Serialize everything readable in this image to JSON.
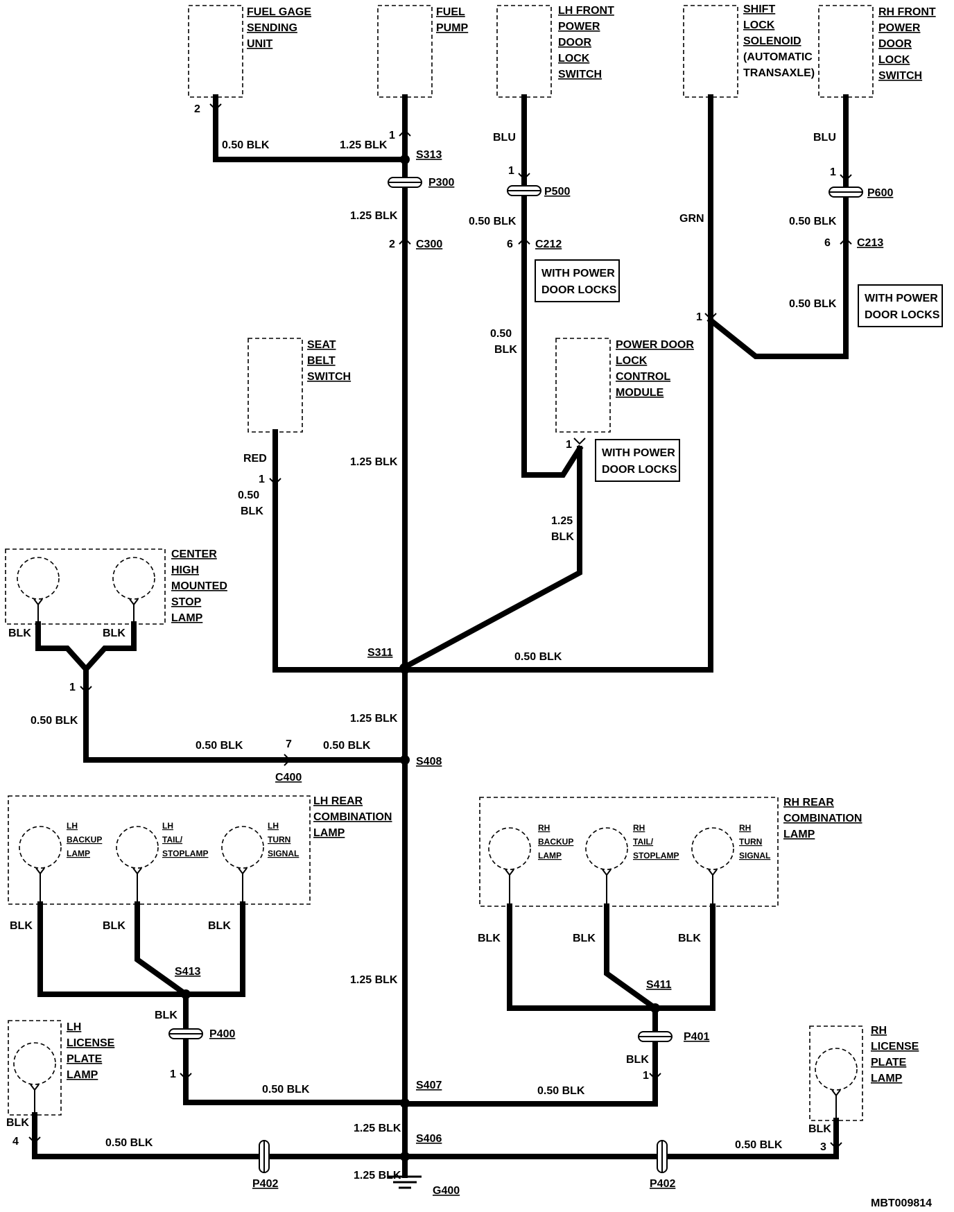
{
  "components": {
    "fuel_gage": [
      "FUEL GAGE",
      "SENDING",
      "UNIT"
    ],
    "fuel_pump": [
      "FUEL",
      "PUMP"
    ],
    "lh_front_switch": [
      "LH FRONT",
      "POWER",
      "DOOR",
      "LOCK",
      "SWITCH"
    ],
    "shift_lock": [
      "SHIFT",
      "LOCK",
      "SOLENOID",
      "(AUTOMATIC",
      "TRANSAXLE)"
    ],
    "rh_front_switch": [
      "RH FRONT",
      "POWER",
      "DOOR",
      "LOCK",
      "SWITCH"
    ],
    "seat_belt": [
      "SEAT",
      "BELT",
      "SWITCH"
    ],
    "pdl_module": [
      "POWER DOOR",
      "LOCK",
      "CONTROL",
      "MODULE"
    ],
    "chmsl": [
      "CENTER",
      "HIGH",
      "MOUNTED",
      "STOP",
      "LAMP"
    ],
    "lh_rear": [
      "LH REAR",
      "COMBINATION",
      "LAMP"
    ],
    "rh_rear": [
      "RH REAR",
      "COMBINATION",
      "LAMP"
    ],
    "lh_backup": [
      "LH",
      "BACKUP",
      "LAMP"
    ],
    "lh_tail": [
      "LH",
      "TAIL/",
      "STOPLAMP"
    ],
    "lh_turn": [
      "LH",
      "TURN",
      "SIGNAL"
    ],
    "rh_backup": [
      "RH",
      "BACKUP",
      "LAMP"
    ],
    "rh_tail": [
      "RH",
      "TAIL/",
      "STOPLAMP"
    ],
    "rh_turn": [
      "RH",
      "TURN",
      "SIGNAL"
    ],
    "lh_license": [
      "LH",
      "LICENSE",
      "PLATE",
      "LAMP"
    ],
    "rh_license": [
      "RH",
      "LICENSE",
      "PLATE",
      "LAMP"
    ]
  },
  "notes": {
    "with_pdl_1": [
      "WITH POWER",
      "DOOR LOCKS"
    ],
    "with_pdl_2": [
      "WITH POWER",
      "DOOR LOCKS"
    ],
    "with_pdl_3": [
      "WITH POWER",
      "DOOR LOCKS"
    ]
  },
  "wires": {
    "w1": "0.50 BLK",
    "w2": "1.25 BLK",
    "w3": "1.25 BLK",
    "w4": "BLU",
    "w5": "0.50 BLK",
    "w6a": "0.50",
    "w6b": "BLK",
    "w7": "GRN",
    "w8": "BLU",
    "w9": "0.50 BLK",
    "w10": "0.50 BLK",
    "w11": "RED",
    "w12a": "0.50",
    "w12b": "BLK",
    "w13": "1.25 BLK",
    "w14a": "1.25",
    "w14b": "BLK",
    "w15": "0.50 BLK",
    "w16": "BLK",
    "w17": "BLK",
    "w18": "0.50 BLK",
    "w19": "1.25 BLK",
    "w20": "0.50 BLK",
    "w21": "0.50 BLK",
    "w22": "BLK",
    "w23": "BLK",
    "w24": "BLK",
    "w25": "1.25 BLK",
    "w26": "BLK",
    "w27": "BLK",
    "w28": "BLK",
    "w29": "BLK",
    "w30": "BLK",
    "w31": "0.50 BLK",
    "w32": "0.50 BLK",
    "w33": "BLK",
    "w34": "1.25 BLK",
    "w35": "0.50 BLK",
    "w36": "BLK",
    "w37": "0.50 BLK",
    "w38": "1.25 BLK"
  },
  "splices": {
    "s313": "S313",
    "s311": "S311",
    "s408": "S408",
    "s413": "S413",
    "s411": "S411",
    "s407": "S407",
    "s406": "S406"
  },
  "connectors": {
    "p300": "P300",
    "c300": "C300",
    "p500": "P500",
    "c212": "C212",
    "p600": "P600",
    "c213": "C213",
    "c400": "C400",
    "p400": "P400",
    "p401": "P401",
    "p402a": "P402",
    "p402b": "P402",
    "g400": "G400"
  },
  "pins": {
    "p_fg": "2",
    "p_fp": "1",
    "p_c300": "2",
    "p_p500": "1",
    "p_c212": "6",
    "p_p600": "1",
    "p_c213": "6",
    "p_sl": "1",
    "p_sb": "1",
    "p_mod": "1",
    "p_chm": "1",
    "p_c400": "7",
    "p_p400": "1",
    "p_p401": "1",
    "p_lhl": "4",
    "p_rhl": "3"
  },
  "figure_id": "MBT009814"
}
